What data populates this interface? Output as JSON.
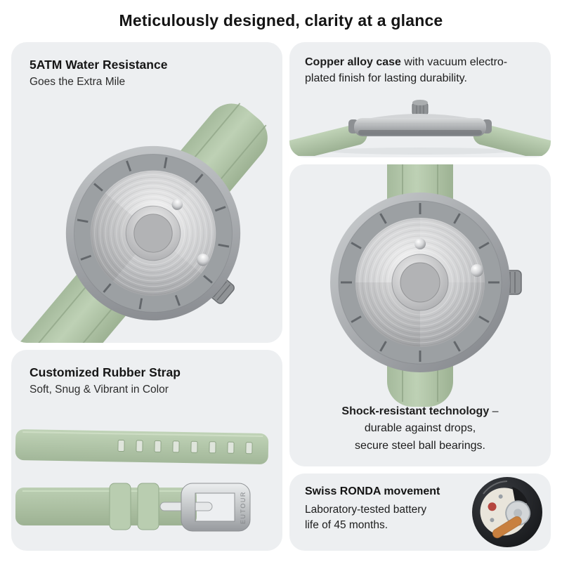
{
  "title": "Meticulously designed, clarity at a glance",
  "cards": {
    "water_resistance": {
      "heading": "5ATM Water Resistance",
      "subheading": "Goes the Extra Mile"
    },
    "copper_case": {
      "text_bold": "Copper alloy case",
      "text_rest": " with vacuum electro-plated finish for lasting durability."
    },
    "shock_resistant": {
      "text_bold": "Shock-resistant technology",
      "text_dash": " –",
      "line2": "durable against drops,",
      "line3": "secure steel ball bearings."
    },
    "rubber_strap": {
      "heading": "Customized Rubber Strap",
      "subheading": "Soft, Snug & Vibrant in Color",
      "buckle_brand": "EUTOUR"
    },
    "movement": {
      "text_bold": "Swiss RONDA movement",
      "line2": "Laboratory-tested battery",
      "line3": "life of 45 months."
    }
  },
  "colors": {
    "card_background": "#edeff1",
    "strap_green": "#b4c7ab",
    "case_gray": "#9ca0a3",
    "title_text": "#141414"
  }
}
